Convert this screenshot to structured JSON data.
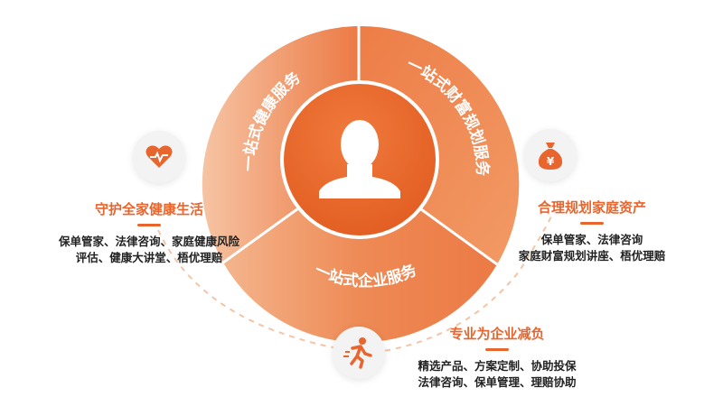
{
  "colors": {
    "accent": "#e8652e",
    "ring_dark": "#ec7a45",
    "ring_light": "#f4b994",
    "center_dark": "#e8652e",
    "icon_bg": "#f3f3f3"
  },
  "ring": {
    "segments": [
      {
        "label": "一站式健康服务"
      },
      {
        "label": "一站式财富规划服务"
      },
      {
        "label": "一站式企业服务"
      }
    ],
    "center_icon": "person-silhouette-icon"
  },
  "features": {
    "health": {
      "icon": "heart-pulse-icon",
      "title": "守护全家健康生活",
      "lines": [
        "保单管家、法律咨询、家庭健康风险",
        "评估、健康大讲堂、梧优理赔"
      ]
    },
    "wealth": {
      "icon": "money-bag-icon",
      "title": "合理规划家庭资产",
      "lines": [
        "保单管家、法律咨询",
        "家庭财富规划讲座、梧优理赔"
      ]
    },
    "enterprise": {
      "icon": "runner-icon",
      "title": "专业为企业减负",
      "lines": [
        "精选产品、方案定制、协助投保",
        "法律咨询、保单管理、理赔协助"
      ]
    }
  }
}
